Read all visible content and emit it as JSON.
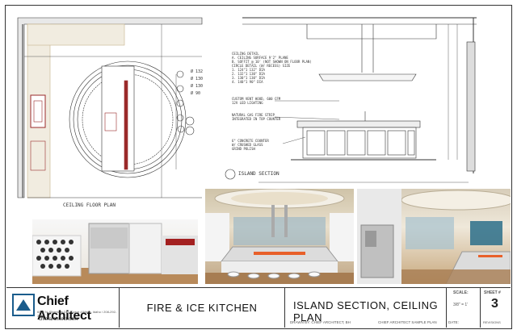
{
  "drawing": {
    "ceiling_floor_plan_label": "CEILING FLOOR PLAN",
    "island_section_label": "ISLAND SECTION",
    "circle_dims": [
      "Ø 132",
      "Ø 130",
      "Ø 130",
      "Ø 90"
    ],
    "notes_ceiling": [
      "CEILING DETAIL",
      "A. CEILING SURFACE 9'2\" PLANE",
      "B. SOFFIT @ 10' (NOT SHOWN ON FLOOR PLAN)",
      "CIRCLE DETAIL (W/ RECESS) SIZE",
      "1. 124\"1 132\" DIA",
      "2. 132\"1 130\" DIA",
      "3. 130\"1 130\" DIA",
      "4. 140\"1 90\" DIA"
    ],
    "notes_hood": [
      "CUSTOM VENT HOOD, 600 CFM",
      "12V LED LIGHTING"
    ],
    "notes_gas": [
      "NATURAL GAS FIRE STRIP",
      "INTEGRATED IN TOP COUNTER"
    ],
    "notes_counter": [
      "6\" CONCRETE COUNTER",
      "W/ CRUSHED GLASS",
      "GRIND POLISH"
    ]
  },
  "title_block": {
    "company": "Chief Architect",
    "company_address": "6500 N. Riverside Dr. / Coeur d'Alene, Idaho / 208-292-3400",
    "website": "chiefarchitect.com",
    "project": "FIRE & ICE KITCHEN",
    "sheet_title": "ISLAND SECTION, CEILING PLAN",
    "drawn_by": "DRAWN BY: CHIEF ARCHITECT, BH",
    "sample": "CHIEF ARCHITECT SAMPLE PLAN",
    "date_label": "DATE:",
    "scale_label": "SCALE:",
    "scale_value": "3/8\" = 1'",
    "sheet_label": "SHEET #",
    "sheet_number": "3",
    "revisions": "REVISIONS"
  },
  "colors": {
    "accent_red": "#9a2a2a",
    "line": "#333333",
    "tan": "#c8b58c"
  }
}
